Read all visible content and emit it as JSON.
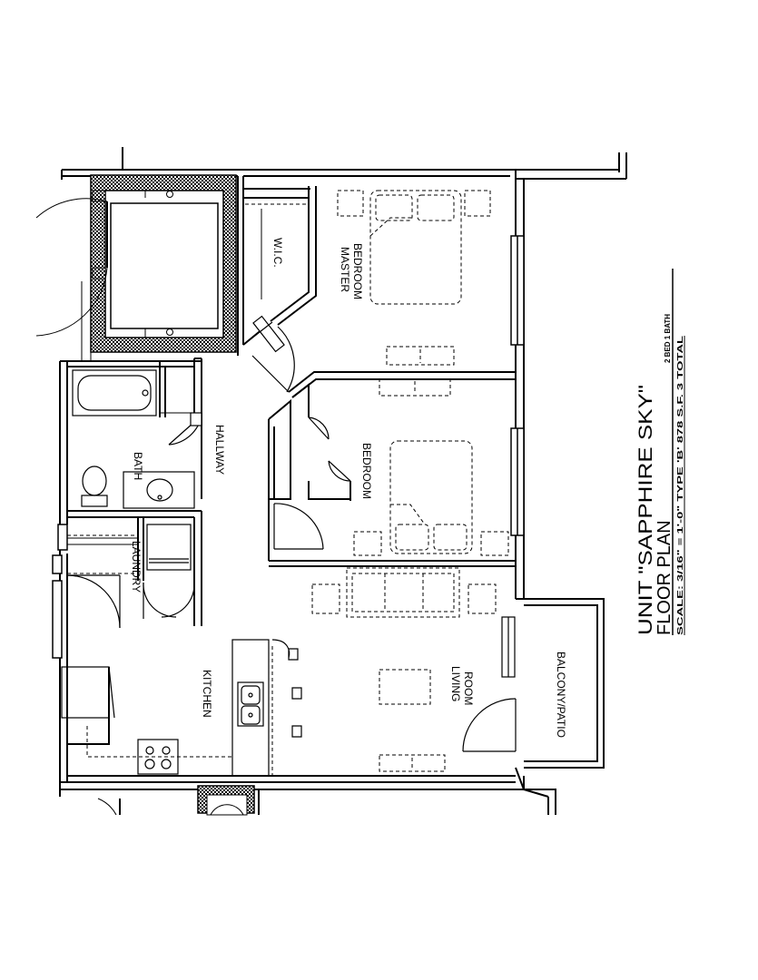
{
  "rooms": {
    "wic": "W.I.C.",
    "master_line1": "MASTER",
    "master_line2": "BEDROOM",
    "bath": "BATH",
    "hallway": "HALLWAY",
    "bedroom": "BEDROOM",
    "laundry": "LAUNDRY",
    "kitchen": "KITCHEN",
    "living_line1": "LIVING",
    "living_line2": "ROOM",
    "balcony": "BALCONY/PATIO"
  },
  "title_block": {
    "unit_name": "UNIT \"SAPPHIRE SKY\"",
    "plan_label": "FLOOR PLAN",
    "unit_type": "2 BED 1 BATH",
    "scale_line": "SCALE: 3/16\" = 1'-0\" TYPE 'B' 878 S.F. 3 TOTAL"
  },
  "colors": {
    "line": "#000000",
    "background": "#ffffff",
    "hatch": "#000000"
  }
}
